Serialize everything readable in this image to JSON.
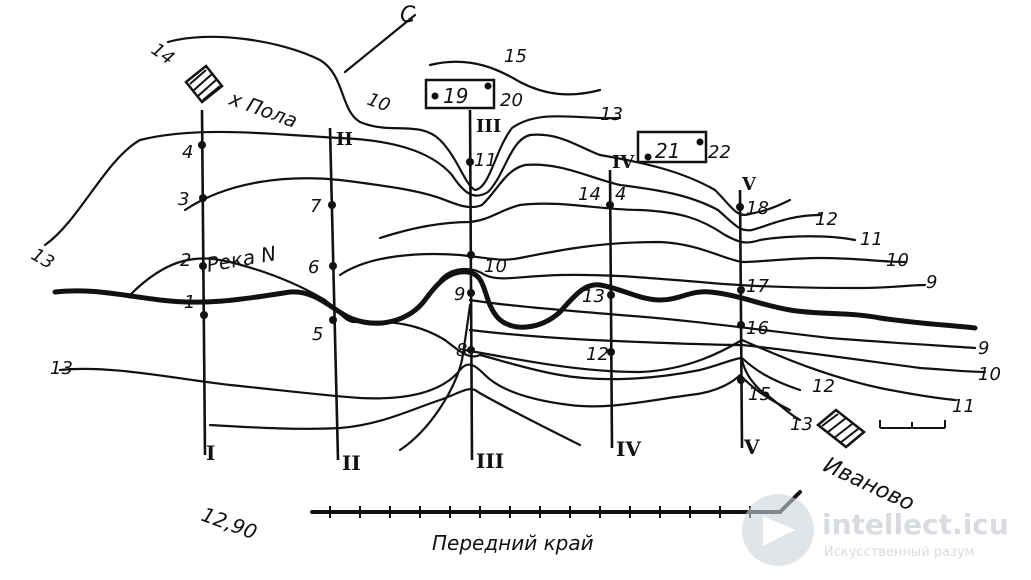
{
  "map": {
    "north_label": "С",
    "village_top": "х Пола",
    "village_bottom": "Иваново",
    "river_label": "Река N",
    "front_edge_label": "Передний край",
    "corner_code": "12,90",
    "profiles": [
      {
        "top": "",
        "bottom": "I"
      },
      {
        "top": "II",
        "bottom": "II"
      },
      {
        "top": "III",
        "bottom": "III"
      },
      {
        "top": "IV",
        "bottom": "IV"
      },
      {
        "top": "V",
        "bottom": "V"
      }
    ],
    "contour_labels": {
      "c14": "14",
      "c15": "15",
      "c10a": "10",
      "c20": "20",
      "c13a": "13",
      "c22": "22",
      "c13b": "13",
      "c13c": "13",
      "r12": "12",
      "r11": "11",
      "r10": "10",
      "r9a": "9",
      "r9b": "9",
      "r10b": "10",
      "r11b": "11",
      "r12b": "12",
      "r13": "13"
    },
    "points": {
      "p1": "1",
      "p2": "2",
      "p3": "3",
      "p4": "4",
      "p5": "5",
      "p6": "6",
      "p7": "7",
      "p8": "8",
      "p9": "9",
      "p10": "10",
      "p11": "11",
      "p12": "12",
      "p13": "13",
      "p14": "14",
      "p15": "15",
      "p16": "16",
      "p17": "17",
      "p18": "18",
      "p19": "19",
      "p21": "21"
    },
    "watermark": {
      "name": "intellect.icu",
      "sub": "Искусственный разум"
    }
  }
}
